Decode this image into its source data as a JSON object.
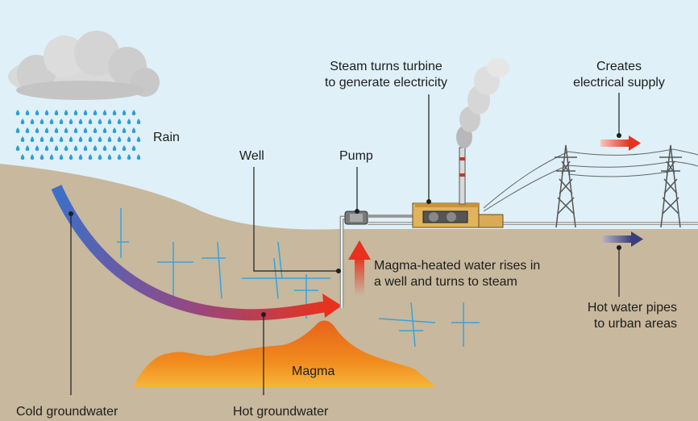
{
  "labels": {
    "rain": "Rain",
    "well": "Well",
    "pump": "Pump",
    "steam_turbine_line1": "Steam turns turbine",
    "steam_turbine_line2": "to generate electricity",
    "electrical_line1": "Creates",
    "electrical_line2": "electrical supply",
    "magma_rises_line1": "Magma-heated water rises in",
    "magma_rises_line2": "a well and turns to steam",
    "hot_pipes_line1": "Hot water pipes",
    "hot_pipes_line2": "to urban areas",
    "magma": "Magma",
    "cold_groundwater": "Cold groundwater",
    "hot_groundwater": "Hot groundwater"
  },
  "colors": {
    "sky": "#dff0f8",
    "ground": "#c7b89e",
    "cold_water": "#3d6fc7",
    "hot_water": "#e6321f",
    "magma": "#f08a1e",
    "crack": "#3aa3dc",
    "raindrop": "#2a9fd6",
    "arrow_dark": "#3a3f7a"
  }
}
